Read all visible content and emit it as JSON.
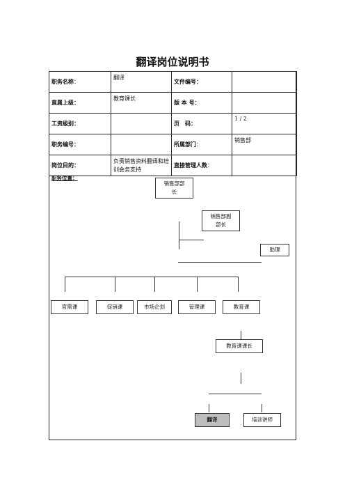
{
  "title": "翻译岗位说明书",
  "fields": {
    "job_name_label": "职务名称",
    "job_name_value": "翻译",
    "doc_no_label": "文件编号：",
    "direct_superior_label": "直属上级：",
    "direct_superior_value": "教育课长",
    "version_label": "版 本 号：",
    "grade_label": "工资级别：",
    "page_label": "页　码：",
    "page_value": "1 / 2",
    "job_code_label": "职务编号：",
    "department_label": "所属部门",
    "department_value": "销售部",
    "purpose_label": "岗位目的：",
    "purpose_value": "负责销售资料翻译和培训会务支持",
    "subordinates_label": "直接管理人数",
    "position_label": "职务位置："
  },
  "org": {
    "manager": "销售部部长",
    "deputy": "销售部副部长",
    "assistant": "助理",
    "sections": [
      "官需课",
      "促销课",
      "市场企划",
      "管理课",
      "教育课"
    ],
    "edu_head": "教育课课长",
    "translator": "翻译",
    "trainer": "培训讲师"
  }
}
